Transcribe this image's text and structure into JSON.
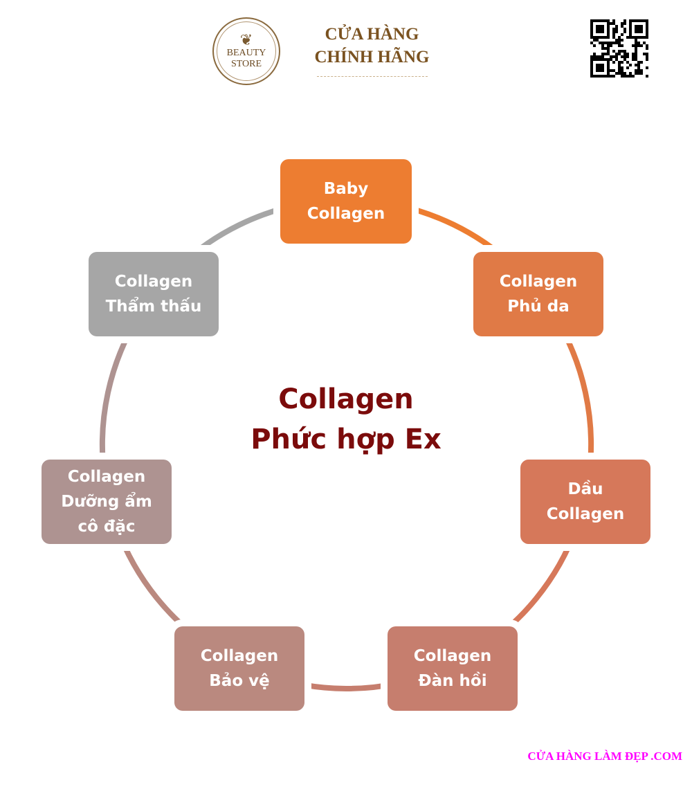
{
  "header": {
    "logo_text": [
      "BEAUTY",
      "STORE"
    ],
    "shop_line1": "CỬA HÀNG",
    "shop_line2": "CHÍNH HÃNG"
  },
  "center_title": {
    "line1": "Collagen",
    "line2": "Phức hợp Ex"
  },
  "items": [
    {
      "line1": "Baby",
      "line2": "Collagen",
      "color": "#ED7D31"
    },
    {
      "line1": "Collagen",
      "line2": "Phủ da",
      "color": "#E07A46"
    },
    {
      "line1": "Dầu",
      "line2": "Collagen",
      "color": "#D6785A"
    },
    {
      "line1": "Collagen",
      "line2": "Đàn hồi",
      "color": "#C67E6E"
    },
    {
      "line1": "Collagen",
      "line2": "Bảo vệ",
      "color": "#BA897F"
    },
    {
      "line1": "Collagen",
      "line2": "Dưỡng ẩm",
      "line3": "cô đặc",
      "color": "#AE9391"
    },
    {
      "line1": "Collagen",
      "line2": "Thẩm thấu",
      "color": "#A6A6A6"
    }
  ],
  "footer": "CỬA HÀNG LÀM ĐẸP .COM"
}
